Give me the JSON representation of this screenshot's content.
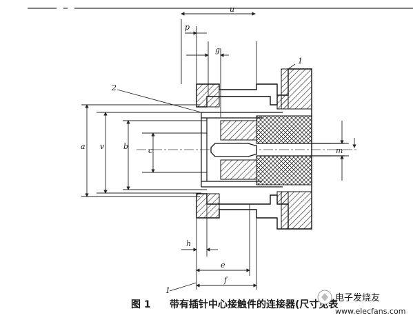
{
  "labels": {
    "a": "a",
    "v": "v",
    "b": "b",
    "c": "c",
    "m": "m",
    "p": "p",
    "g": "g",
    "h": "h",
    "e": "e",
    "f": "f",
    "u": "u",
    "n1": "1",
    "n2": "2",
    "n1b": "1"
  },
  "caption": {
    "fig": "图 1",
    "title": "带有插针中心接触件的连接器(尺寸见表"
  },
  "watermark": {
    "text": "电子发烧友",
    "url": "www.elecfans.com"
  }
}
